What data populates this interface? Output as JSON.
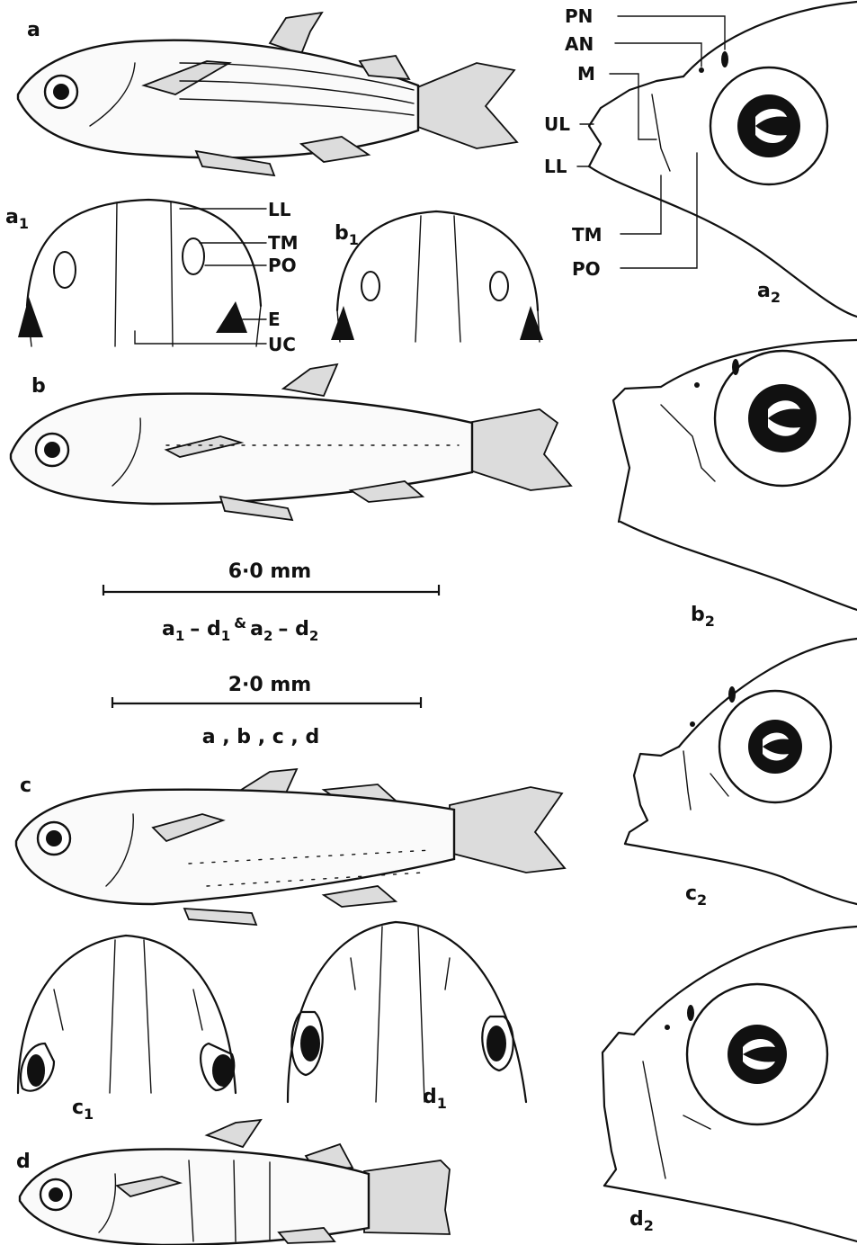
{
  "panels": {
    "a": "a",
    "b": "b",
    "c": "c",
    "d": "d",
    "a1": "a",
    "a1_sub": "1",
    "b1": "b",
    "b1_sub": "1",
    "c1": "c",
    "c1_sub": "1",
    "d1": "d",
    "d1_sub": "1",
    "a2": "a",
    "a2_sub": "2",
    "b2": "b",
    "b2_sub": "2",
    "c2": "c",
    "c2_sub": "2",
    "d2": "d",
    "d2_sub": "2"
  },
  "labels_ventral": {
    "LL": "LL",
    "TM": "TM",
    "PO": "PO",
    "E": "E",
    "UC": "UC"
  },
  "labels_lateral": {
    "PN": "PN",
    "AN": "AN",
    "M": "M",
    "UL": "UL",
    "LL": "LL",
    "TM": "TM",
    "PO": "PO"
  },
  "scale_bars": {
    "large": {
      "value": "6·0 mm",
      "caption_a": "a",
      "caption_a_sub": "1",
      "caption_dash1": "– d",
      "caption_d_sub": "1",
      "caption_amp": "&",
      "caption_a2": "a",
      "caption_a2_sub": "2",
      "caption_dash2": "– d",
      "caption_d2_sub": "2"
    },
    "small": {
      "value": "2·0 mm",
      "caption": "a , b , c , d"
    }
  }
}
